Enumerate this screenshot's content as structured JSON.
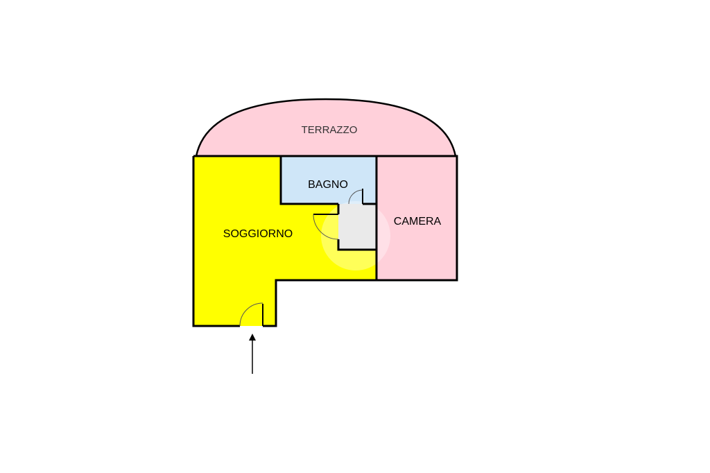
{
  "rooms": {
    "terrazzo": {
      "label": "TERRAZZO",
      "color": "#ffd0da"
    },
    "bagno": {
      "label": "BAGNO",
      "color": "#cfe6f8"
    },
    "camera": {
      "label": "CAMERA",
      "color": "#ffd0da"
    },
    "soggiorno": {
      "label": "SOGGIORNO",
      "color": "#ffff00"
    },
    "disimpegno": {
      "label": "",
      "color": "#e0e0e0"
    }
  },
  "colors": {
    "wall": "#000000",
    "door_arc": "#555555",
    "background": "#ffffff"
  },
  "icons": {
    "entrance": "arrow-up-icon",
    "watermark": "home-watermark-icon"
  }
}
